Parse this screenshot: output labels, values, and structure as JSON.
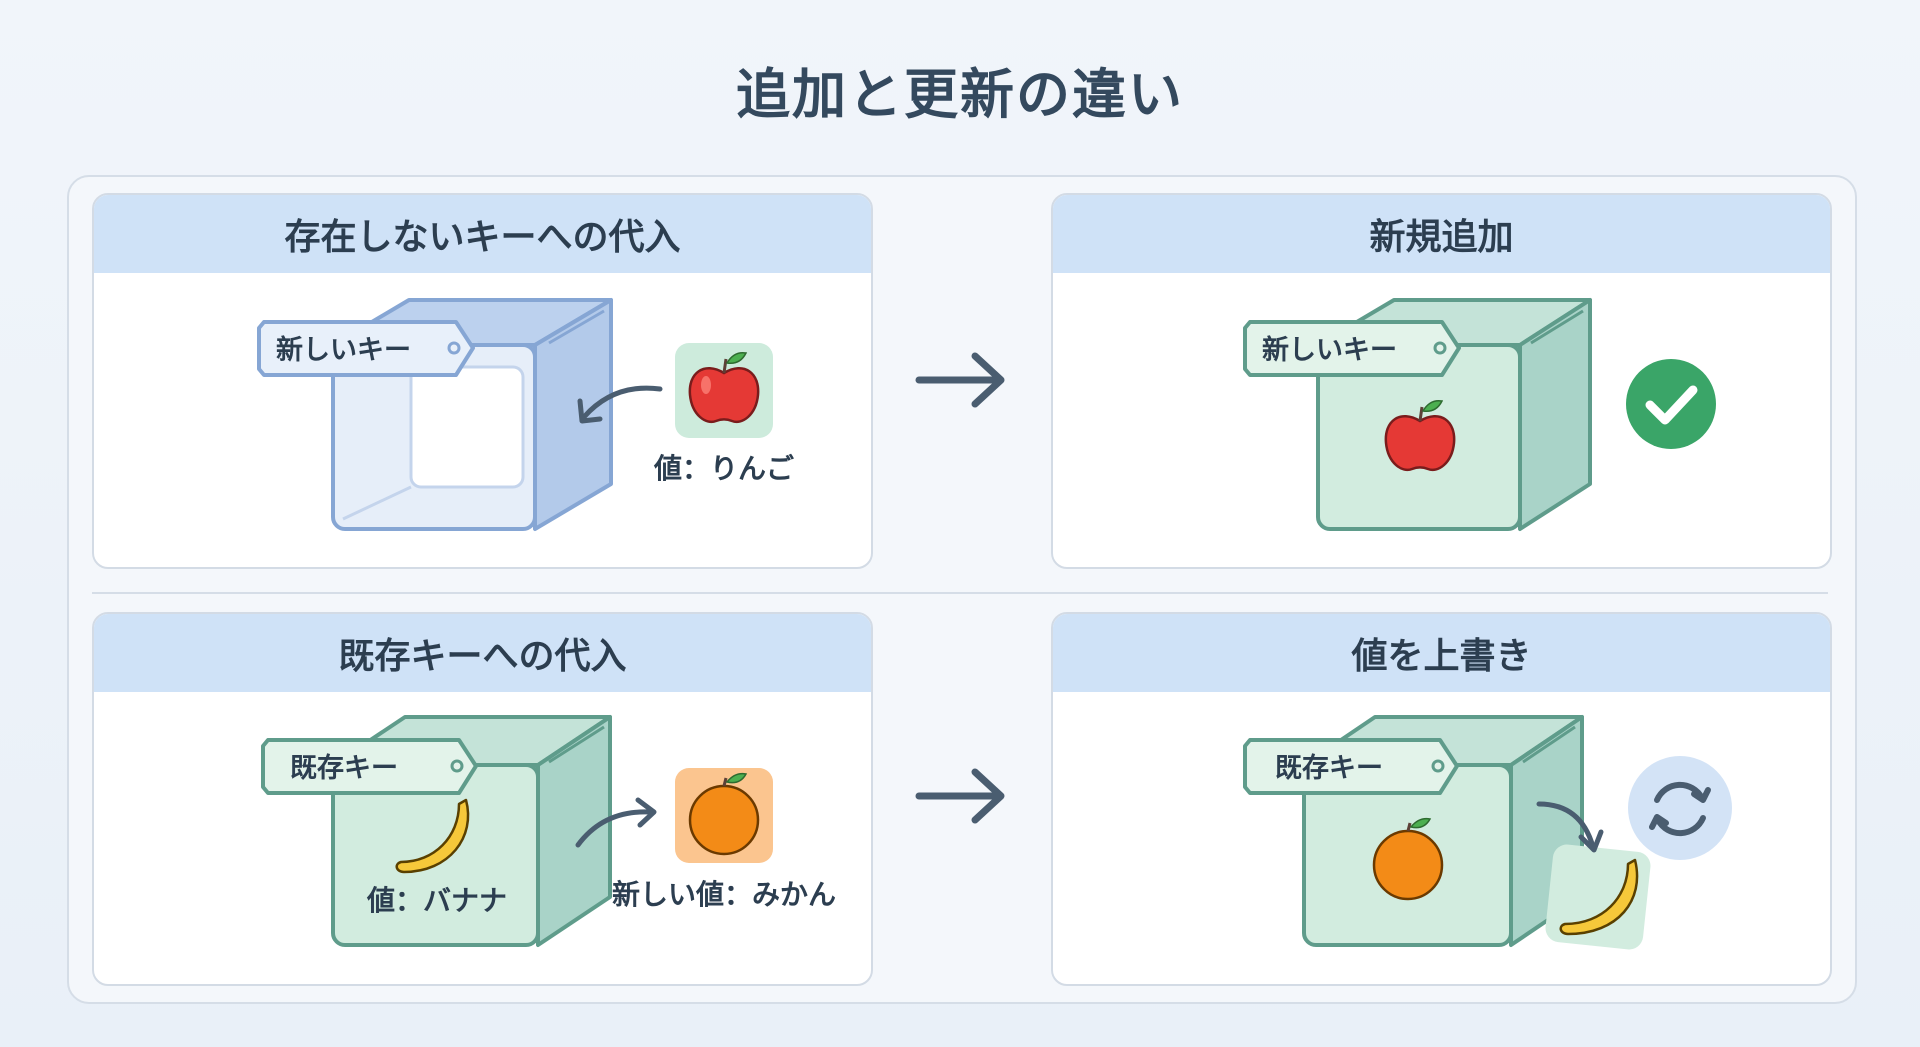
{
  "title": "追加と更新の違い",
  "panels": {
    "new_key_assign": {
      "header": "存在しないキーへの代入",
      "tag": "新しいキー",
      "value_label": "値：りんご"
    },
    "new_add": {
      "header": "新規追加",
      "tag": "新しいキー"
    },
    "existing_key_assign": {
      "header": "既存キーへの代入",
      "tag": "既存キー",
      "old_value_label": "値：バナナ",
      "new_value_label": "新しい値：みかん"
    },
    "overwrite": {
      "header": "値を上書き",
      "tag": "既存キー"
    }
  },
  "icons": [
    "apple-icon",
    "orange-icon",
    "banana-icon",
    "check-icon",
    "refresh-icon",
    "arrow-right-icon"
  ],
  "colors": {
    "header_bg": "#cfe2f7",
    "green_box": "#cfe9de",
    "blue_box": "#c9daf1",
    "check": "#3aa568",
    "text": "#2c3e50"
  }
}
